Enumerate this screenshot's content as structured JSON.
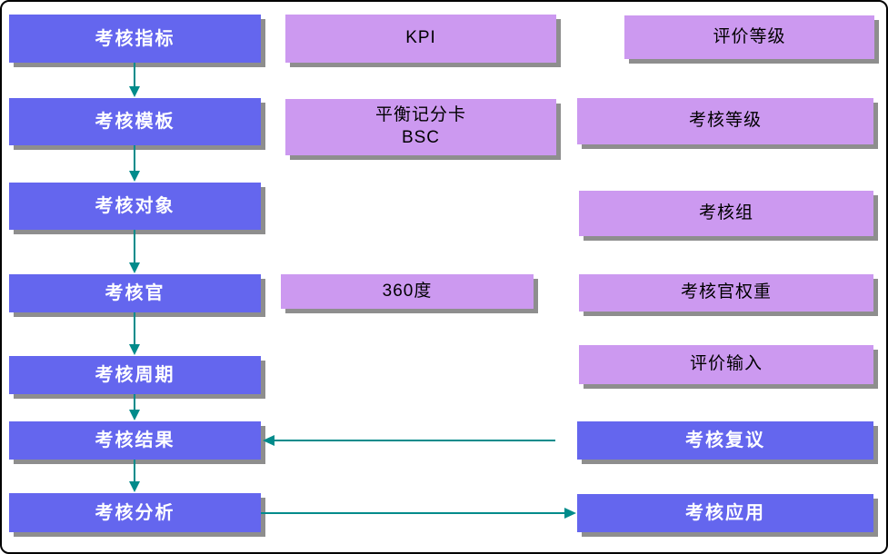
{
  "diagram": {
    "title": "performance-assessment-flowchart",
    "left_column": [
      {
        "label": "考核指标"
      },
      {
        "label": "考核模板"
      },
      {
        "label": "考核对象"
      },
      {
        "label": "考核官"
      },
      {
        "label": "考核周期"
      },
      {
        "label": "考核结果"
      },
      {
        "label": "考核分析"
      }
    ],
    "middle_column": [
      {
        "label": "KPI"
      },
      {
        "label": "平衡记分卡",
        "label2": "BSC"
      },
      {
        "label": "360度"
      }
    ],
    "right_column": [
      {
        "label": "评价等级"
      },
      {
        "label": "考核等级"
      },
      {
        "label": "考核组"
      },
      {
        "label": "考核官权重"
      },
      {
        "label": "评价输入"
      },
      {
        "label": "考核复议"
      },
      {
        "label": "考核应用"
      }
    ],
    "colors": {
      "primary_box": "#6466ee",
      "secondary_box": "#cc99f0",
      "primary_text": "#ffffff",
      "secondary_text": "#000000",
      "arrow": "#008b8b",
      "shadow": "#8e8e8e",
      "border": "#000000"
    }
  }
}
